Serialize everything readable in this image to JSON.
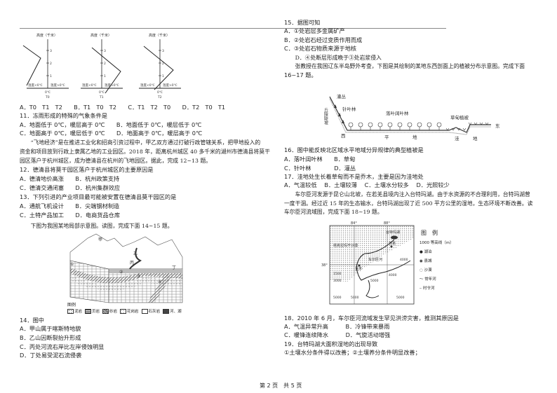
{
  "charts": {
    "y_axis_label": "高度（千米）",
    "ticks": [
      "1",
      "2",
      "3"
    ],
    "left_label": "温度<0℃",
    "right_label": "温度>0℃",
    "zero_label": "0℃",
    "names": [
      "T0",
      "T1",
      "T2"
    ]
  },
  "left": {
    "q10_options": "A．T0　T1　T2　　B．T1　T0　T2　　C．T1　T2　T0　　D．T2　T0　T1",
    "q11": "11．冻雨形成的特殊的气象条件是",
    "q11_ab": "A．地面低于 0℃，暖层高于 0℃　　B．地面低于 0℃，暖层低于 0℃",
    "q11_cd": "C．地面高于 0℃，暖层低于 0℃　　D．地面高于 0℃，暖层高于 0℃",
    "passage1": [
      "　　“飞地经济”是在推进工业化和招商引资过程中，甲乙双方通过打破行政管辖关系，把甲地投入的",
      "资金和项目放到行政上隶属乙地的工业园区。2018 年，距离杭州城区 40 多千米的湖州市德清县将莫干",
      "园区落户于杭州城区，成为德清县在杭州的飞地园区。据此，完成 12~13 题。"
    ],
    "q12": "12．德清县将莫干园区落户于杭州城区的主要原因是",
    "q12_ab": "A．德清地价高涨　　B．杭州政策支持",
    "q12_cd": "C．德清交通闭塞　　D．杭州集群效应",
    "q13": "13．下列引进的产业项目最可能被安置在德清县莫干园区的是",
    "q13_ab": "A．通航飞机设计　　B．尖端钢材制造",
    "q13_cd": "C．土特产品加工　　D．电商货品仓库",
    "passage2": "　　下图为我国某地局部示意图。读图，完成下面 14~15 题。",
    "q14": "14．图中",
    "q14_a": "A．甲山属于喀斯特地貌",
    "q14_b": "B．乙山因断裂抬升形成",
    "q14_c": "C．丙处河流右岸比左岸侵蚀明显",
    "q14_d": "D．丁处易受泥石流侵袭"
  },
  "geo_diagram": {
    "labels": [
      "甲",
      "乙",
      "丙",
      "丁",
      "①",
      "②",
      "③",
      "④"
    ],
    "legend_title": "图例",
    "legend": [
      "泥岩",
      "页岩",
      "砂岩",
      "花岗岩",
      "石灰岩",
      "河、湖"
    ]
  },
  "right": {
    "q15": "15．据图可知",
    "q15_a": "A．①处岩层多金属矿产",
    "q15_b": "B．②处岩石经过变质作用而成",
    "q15_c": "C．③处岩石物质来源于地核",
    "q15_d": "　　D．④处断层形成晚于③处岩浆侵入",
    "passage3": [
      "　　张教授在我国辽东半岛野外考查，下图是其绘制的某地东西剖面上的植被分布示意图。完成下面",
      "16~17 题。"
    ],
    "q16": "16．图中能反映北区域水平地域分异规律的典型植被是",
    "q16_ab": "A．落叶阔叶林　　B．草甸",
    "q16_cd": "C．针叶林　　　　D．灌丛",
    "q17": "17．洼地处生长着草甸而不是乔木，主要是因为洼地处",
    "q17_opts": "A．气温较低　 B．土壤较薄　 C．土壤水分较多　 D．光照较少",
    "passage4": [
      "　　车尔臣河发源于昆仑山北坡，在若羌县境内注入台特玛湖。由于水资源的不合理利用，台特玛湖曾",
      "一度干涸。经过近 15 年的生态输水，台特玛湖出现了近 500 平方公里的湿地，生态环境不断改善。读",
      "车尔臣河流域图，完成下面 18~19 题。"
    ],
    "q18": "18．2010 年 6 月，车尔臣河流域发生罕见洪涝灾害，推测其原因是",
    "q18_ab": "A．气温异常升高　　　B．冷锋带来暴雨",
    "q18_cd": "C．暖锋连续降水　　　D．气旋活动增强",
    "q19": "19．台特玛湖大面积湿地的出现导致",
    "q19_opts": "①土壤水分条件得以改善；②土壤养分条件明显改善；"
  },
  "veg_profile": {
    "labels": {
      "shrub": "灌丛",
      "conifer": "针叶林",
      "broadleaf": "落叶阔叶林",
      "meadow": "草甸植被",
      "slope": "丘陵陡坡",
      "west": "西",
      "east": "东",
      "plain1": "平",
      "plain2": "地",
      "low1": "洼",
      "low2": "地"
    }
  },
  "map": {
    "lon": [
      "84°",
      "88°"
    ],
    "lat": "38°",
    "places": {
      "lake": "台特玛湖",
      "county1": "若羌",
      "county2": "且末",
      "desert": "塔克拉玛干沙漠",
      "river": "车尔臣河"
    },
    "contours": [
      "1500",
      "3000",
      "4000",
      "5000",
      "4000",
      "5000",
      "5000",
      "5000"
    ],
    "legend_title": "图　例",
    "legend": [
      "1000 等高线（m）",
      "湖泊",
      "县城",
      "沙漠",
      "常年河",
      "时令河"
    ]
  },
  "footer": "第 2 页　共 5 页"
}
